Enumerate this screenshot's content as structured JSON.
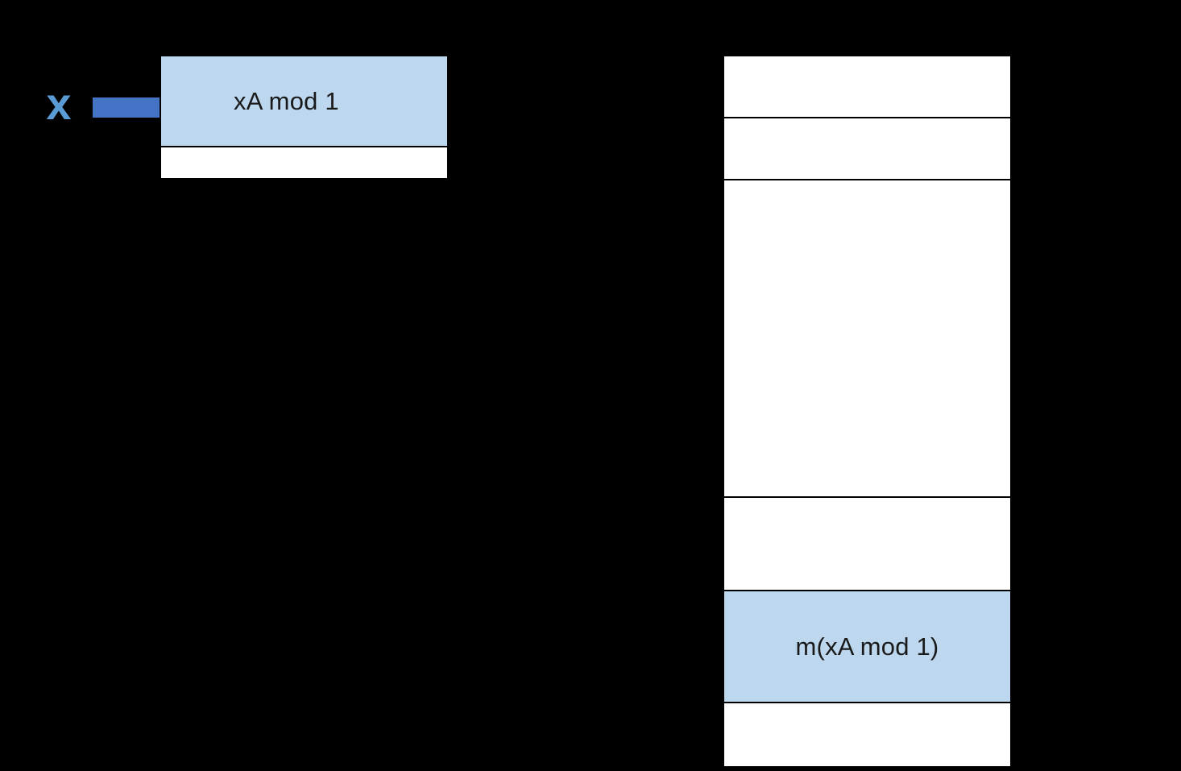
{
  "diagram": {
    "background_color": "#000000",
    "accent_arrow_color": "#4472C4",
    "accent_label_color": "#5B9BD5",
    "highlight_cell_color": "#BDD7EE",
    "cell_background_color": "#FFFFFF",
    "cell_border_color": "#000000",
    "text_color": "#1A1A1A"
  },
  "input_label": {
    "text": "x",
    "name": "input-variable-x"
  },
  "arrow": {
    "name": "mapping-arrow",
    "direction": "right",
    "color": "#4472C4"
  },
  "left_table": {
    "name": "fractional-part-table",
    "cells": [
      {
        "label": "xA mod 1",
        "highlighted": true
      },
      {
        "label": "",
        "highlighted": false
      }
    ]
  },
  "right_table": {
    "name": "hash-slot-table",
    "cells": [
      {
        "label": "",
        "highlighted": false
      },
      {
        "label": "",
        "highlighted": false
      },
      {
        "label": "",
        "highlighted": false
      },
      {
        "label": "",
        "highlighted": false
      },
      {
        "label": "m(xA mod 1)",
        "highlighted": true
      },
      {
        "label": "",
        "highlighted": false
      },
      {
        "label": "",
        "highlighted": false
      }
    ]
  }
}
